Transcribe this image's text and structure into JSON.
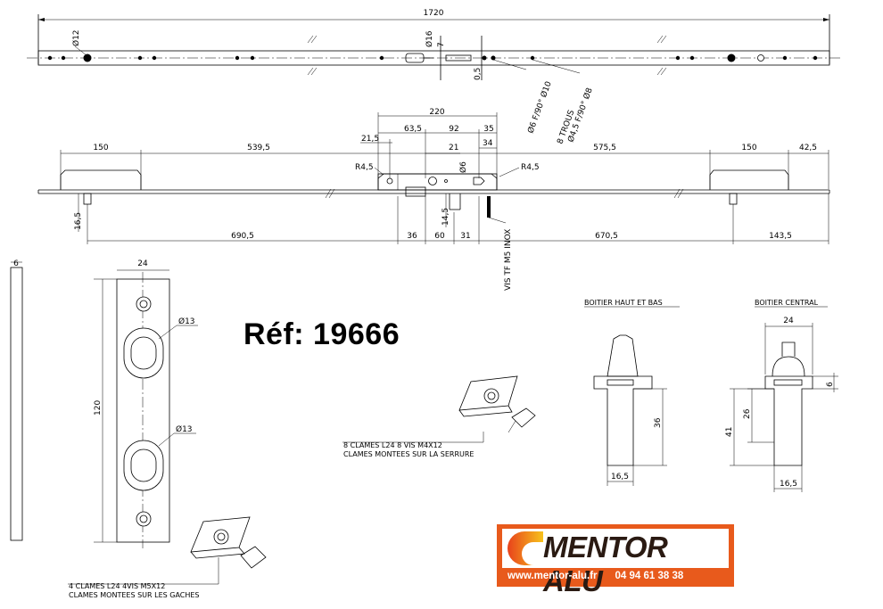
{
  "reference": "Réf: 19666",
  "top_view": {
    "overall_length": "1720",
    "hole_diameter": "Ø12",
    "end_diameter": "Ø16",
    "offset_top": "7",
    "offset_side": "0,5",
    "tapped_holes": "Ø6 F/90° Ø10",
    "holes_group_line1": "8 TROUS",
    "holes_group_line2": "Ø4,5 F/90° Ø8"
  },
  "side_view": {
    "lock_width": "220",
    "dim_63_5": "63,5",
    "dim_92": "92",
    "dim_35": "35",
    "dim_21_5": "21,5",
    "dim_21": "21",
    "dim_34": "34",
    "hole_d6": "Ø6",
    "radius_left": "R4,5",
    "radius_right": "R4,5",
    "strike_left": "150",
    "span_left": "539,5",
    "span_right": "575,5",
    "strike_right": "150",
    "end_right": "42,5",
    "height_16_5": "16,5",
    "height_14_5": "14,5",
    "bottom_left": "690,5",
    "bottom_36": "36",
    "bottom_60": "60",
    "bottom_31": "31",
    "bottom_right": "670,5",
    "bottom_end": "143,5",
    "screw_label": "VIS TF M5 INOX"
  },
  "strike_plate": {
    "thickness": "6",
    "width": "24",
    "height": "120",
    "slot_diameter_top": "Ø13",
    "slot_diameter_bottom": "Ø13"
  },
  "clamps_lock": {
    "line1": "8 CLAMES L24  8 VIS M4X12",
    "line2": "CLAMES MONTEES SUR LA SERRURE"
  },
  "clamps_strike": {
    "line1": "4  CLAMES L24  4VIS M5X12",
    "line2": "CLAMES MONTEES SUR LES GACHES"
  },
  "housing_top_bottom": {
    "title": "BOITIER HAUT ET BAS",
    "height": "36",
    "width": "16,5"
  },
  "housing_central": {
    "title": "BOITIER CENTRAL",
    "top_width": "24",
    "dim_6": "6",
    "dim_26": "26",
    "dim_41": "41",
    "width": "16,5"
  },
  "logo": {
    "name": "MENTOR ALU",
    "website": "www.mentor-alu.fr",
    "phone": "04 94 61 38 38",
    "colors": {
      "band": "#e85a1c",
      "swoosh_start": "#e8421c",
      "swoosh_end": "#f7c21c",
      "text": "#2a1a12"
    }
  }
}
